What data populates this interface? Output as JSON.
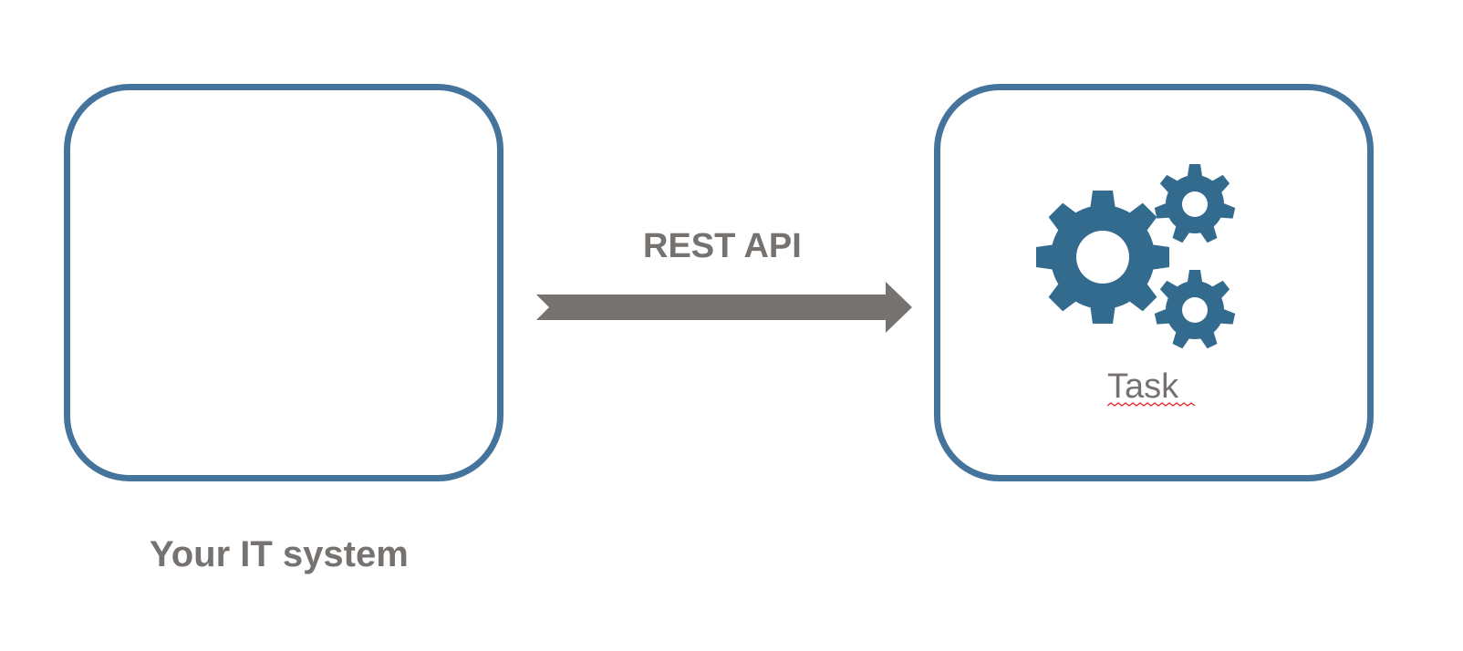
{
  "source": {
    "label": "Your IT system"
  },
  "connector": {
    "label": "REST API"
  },
  "target": {
    "label": "Task",
    "icon": "gears-icon"
  },
  "colors": {
    "box_border": "#44739c",
    "gear_fill": "#336b8f",
    "arrow_fill": "#767270",
    "text": "#767270",
    "spellcheck_underline": "#e02020"
  }
}
